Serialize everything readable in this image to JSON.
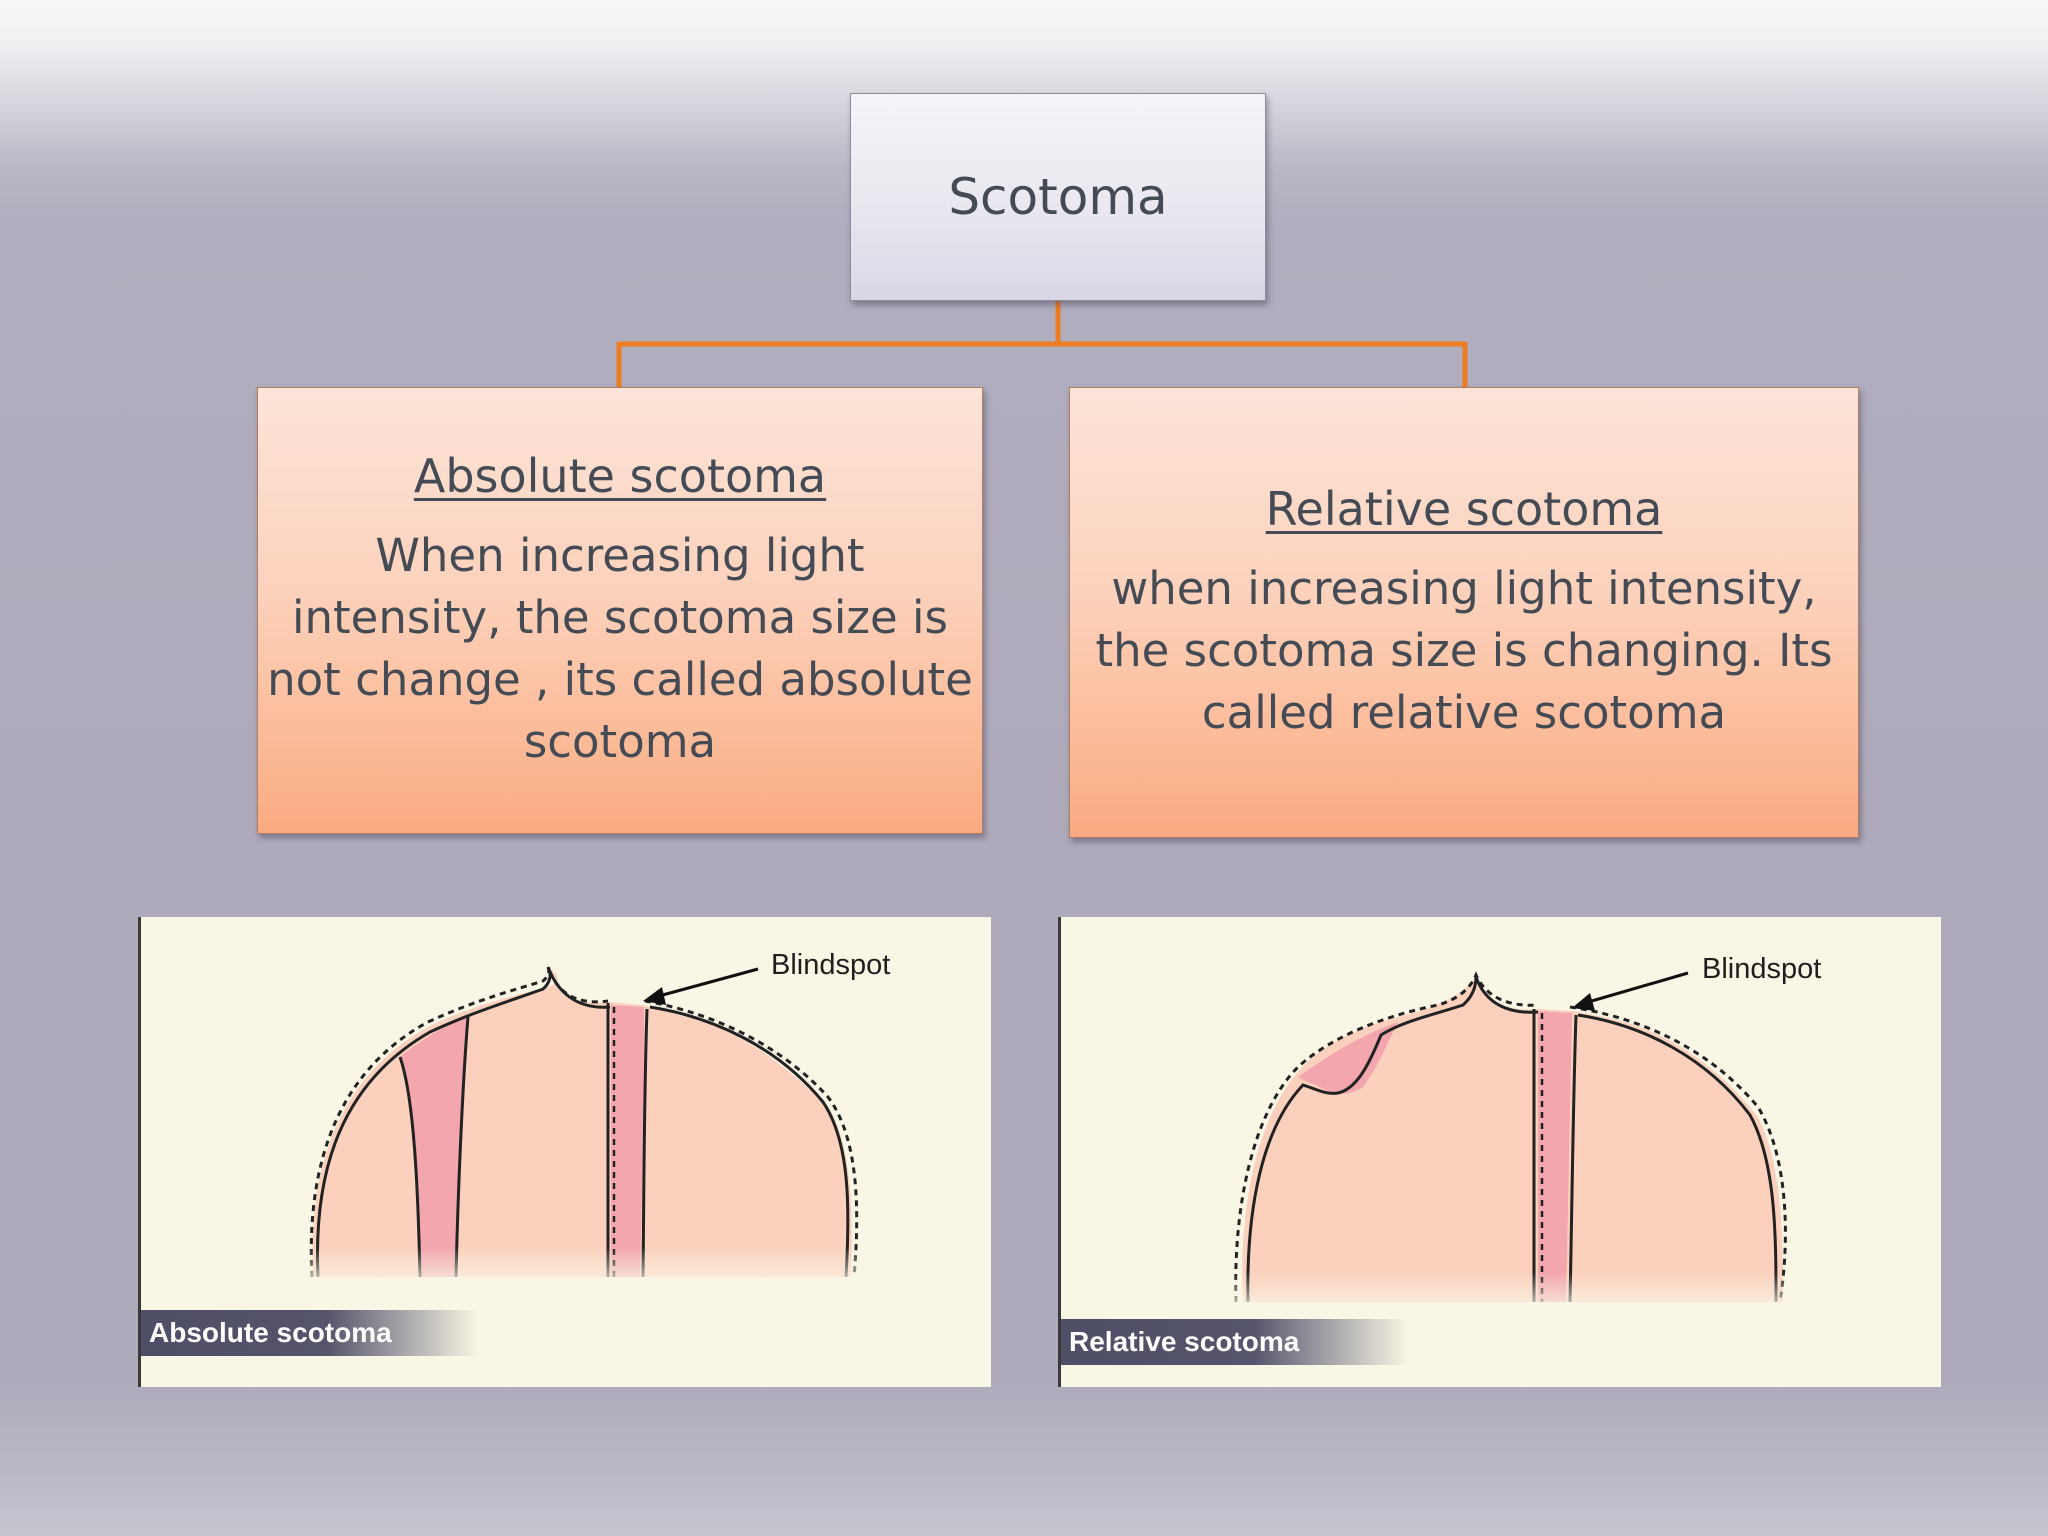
{
  "root": {
    "title": "Scotoma"
  },
  "children": [
    {
      "title": "Absolute scotoma",
      "body": "When increasing light\nintensity, the scotoma size is\nnot change , its called absolute\nscotoma"
    },
    {
      "title": "Relative scotoma",
      "body": " when increasing light intensity,\nthe scotoma size is changing. Its\ncalled relative scotoma"
    }
  ],
  "figures": [
    {
      "caption": "Absolute scotoma",
      "pointer_label": "Blindspot"
    },
    {
      "caption": "Relative scotoma",
      "pointer_label": "Blindspot"
    }
  ],
  "colors": {
    "connector": "#ee7d22",
    "field_fill": "#fbd1be",
    "scotoma_fill": "#f3a6ae",
    "panel_bg": "#f9f6e6",
    "text": "#454b54"
  }
}
